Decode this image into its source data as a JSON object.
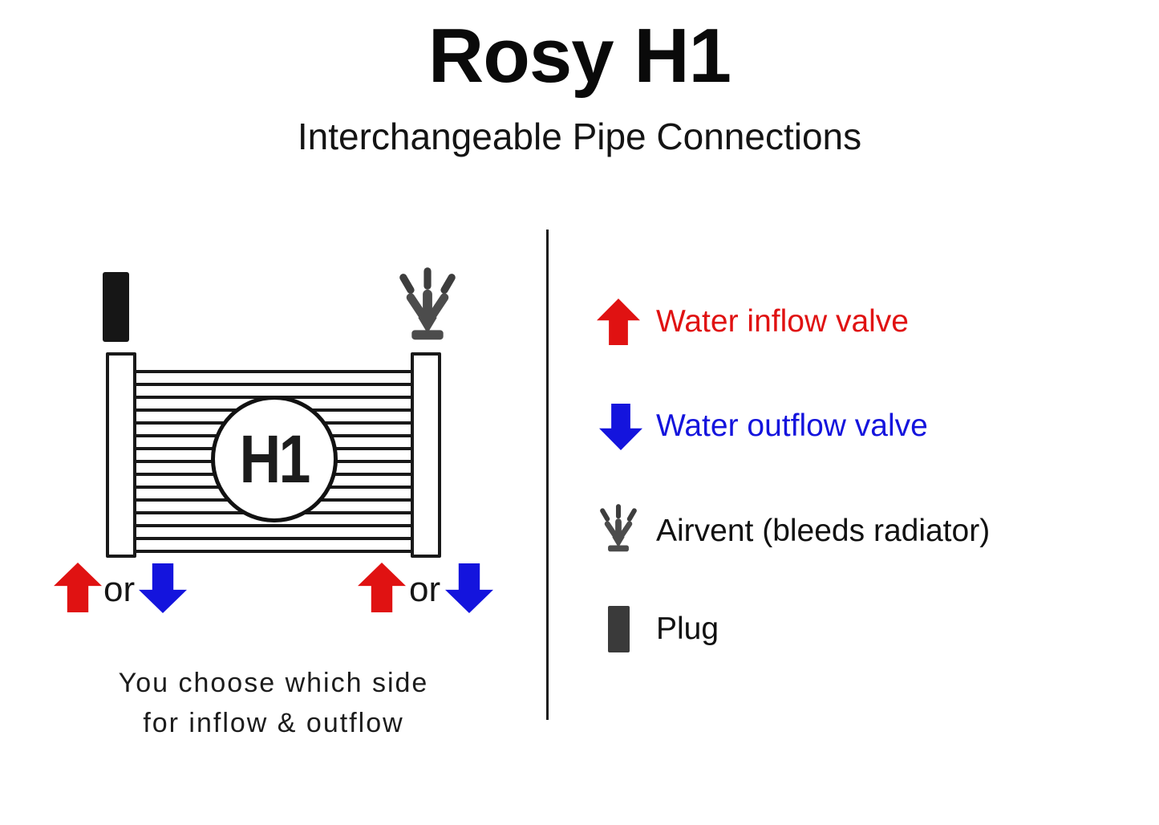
{
  "title": "Rosy H1",
  "subtitle": "Interchangeable Pipe Connections",
  "diagram": {
    "radiator_label": "H1",
    "or_left": "or",
    "or_right": "or",
    "caption_line1": "You choose which side",
    "caption_line2": "for inflow & outflow"
  },
  "legend": {
    "items": [
      {
        "icon": "arrow-up-icon",
        "label": "Water inflow valve",
        "color": "#e01212"
      },
      {
        "icon": "arrow-down-icon",
        "label": "Water outflow valve",
        "color": "#1414dd"
      },
      {
        "icon": "airvent-icon",
        "label": "Airvent (bleeds radiator)",
        "color": "#111111"
      },
      {
        "icon": "plug-icon",
        "label": "Plug",
        "color": "#111111"
      }
    ]
  },
  "colors": {
    "inflow_red": "#e01212",
    "outflow_blue": "#1414dd",
    "line_black": "#191919",
    "airvent_gray": "#4c4c4c",
    "plug_dark": "#161616",
    "plug_legend": "#3a3a3a"
  }
}
